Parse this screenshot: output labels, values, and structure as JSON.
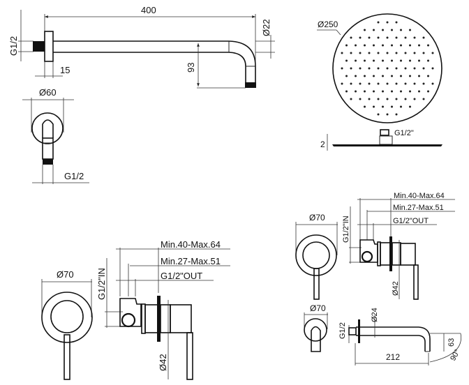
{
  "shower_arm_side": {
    "length_label": "400",
    "diameter_label": "Ø22",
    "thread_label": "G1/2",
    "flange_label": "15",
    "drop_label": "93"
  },
  "shower_arm_front": {
    "flange_diameter_label": "Ø60",
    "thread_label": "G1/2"
  },
  "shower_head": {
    "diameter_label": "Ø250",
    "connection_label": "G1/2\"",
    "thickness_label": "2"
  },
  "mixer_left": {
    "plate_diameter_label": "Ø70",
    "inlet_label": "G1/2\"IN",
    "depth_max_label": "Min.40-Max.64",
    "depth_min_label": "Min.27-Max.51",
    "outlet_label": "G1/2\"OUT",
    "body_diameter_label": "Ø42"
  },
  "mixer_right": {
    "plate_diameter_label": "Ø70",
    "inlet_label": "G1/2\"IN",
    "depth_max_label": "Min.40-Max.64",
    "depth_min_label": "Min.27-Max.51",
    "outlet_label": "G1/2\"OUT",
    "body_diameter_label": "Ø42"
  },
  "spout": {
    "plate_diameter_label": "Ø70",
    "thread_label": "G1/2",
    "pipe_diameter_label": "Ø24",
    "length_label": "212",
    "drop_label": "63",
    "angle_label": "90°"
  }
}
